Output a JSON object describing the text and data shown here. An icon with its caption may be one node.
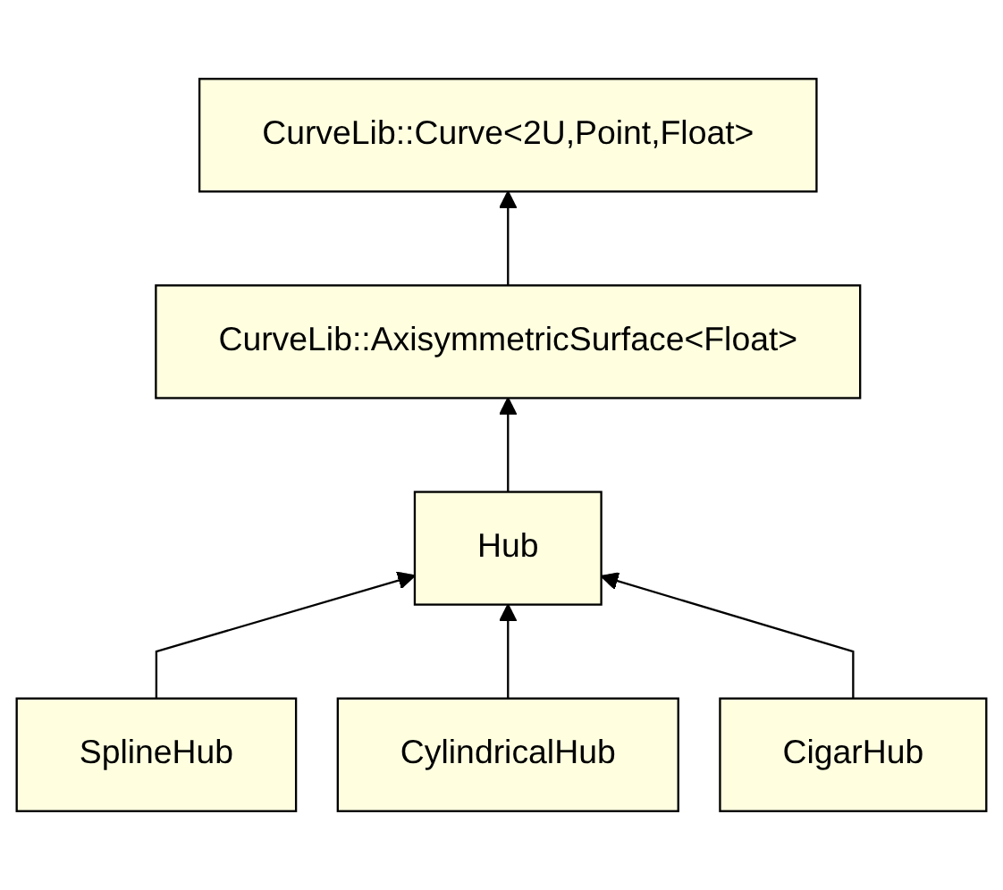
{
  "diagram": {
    "nodes": [
      {
        "text": [
          "CurveLib::Curve<2U,Point,Float>"
        ]
      },
      {
        "text": [
          "CurveLib::AxisymmetricSurface<Float>"
        ]
      },
      {
        "text": [
          "Hub"
        ]
      },
      {
        "text": [
          "SplineHub"
        ]
      },
      {
        "text": [
          "CylindricalHub"
        ]
      },
      {
        "text": [
          "CigarHub"
        ]
      }
    ],
    "edges": [
      {
        "from": 1,
        "to": 0,
        "arrow": "to"
      },
      {
        "from": 2,
        "to": 1,
        "arrow": "to"
      },
      {
        "from": 3,
        "to": 2,
        "arrow": "to"
      },
      {
        "from": 4,
        "to": 2,
        "arrow": "to"
      },
      {
        "from": 5,
        "to": 2,
        "arrow": "to"
      }
    ]
  }
}
